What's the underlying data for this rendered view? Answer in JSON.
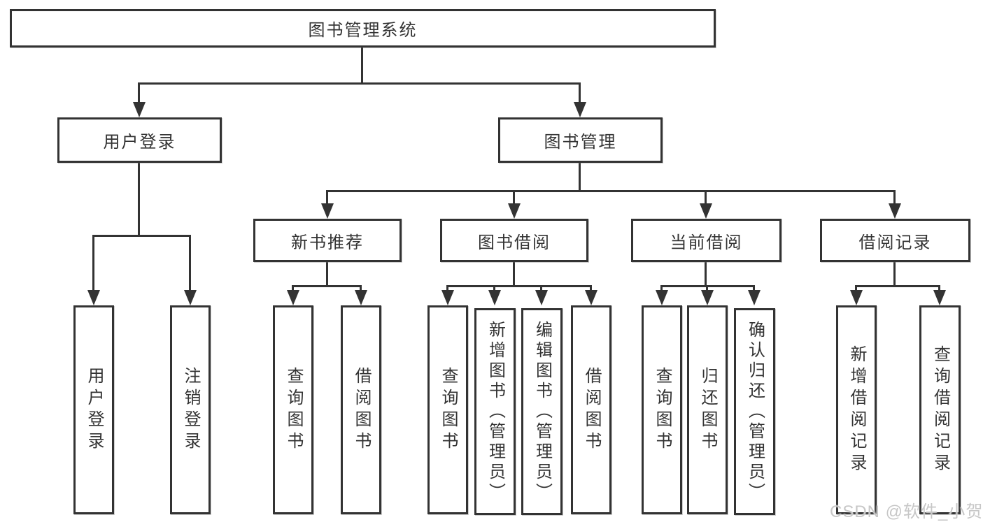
{
  "tree": {
    "root": {
      "label": "图书管理系统"
    },
    "branches": [
      {
        "label": "用户登录",
        "children": [
          {
            "label": "用户登录"
          },
          {
            "label": "注销登录"
          }
        ]
      },
      {
        "label": "图书管理",
        "children": [
          {
            "label": "新书推荐",
            "children": [
              {
                "label": "查询图书"
              },
              {
                "label": "借阅图书"
              }
            ]
          },
          {
            "label": "图书借阅",
            "children": [
              {
                "label": "查询图书"
              },
              {
                "label": "新增图书（管理员）"
              },
              {
                "label": "编辑图书（管理员）"
              },
              {
                "label": "借阅图书"
              }
            ]
          },
          {
            "label": "当前借阅",
            "children": [
              {
                "label": "查询图书"
              },
              {
                "label": "归还图书"
              },
              {
                "label": "确认归还（管理员）"
              }
            ]
          },
          {
            "label": "借阅记录",
            "children": [
              {
                "label": "新增借阅记录"
              },
              {
                "label": "查询借阅记录"
              }
            ]
          }
        ]
      }
    ]
  },
  "watermark": {
    "text": "CSDN @软件_小贺同学"
  },
  "colors": {
    "line": "#333333",
    "box_border": "#333333",
    "box_fill": "#ffffff",
    "text": "#333333",
    "watermark": "#c7c7c7",
    "background": "#ffffff"
  }
}
